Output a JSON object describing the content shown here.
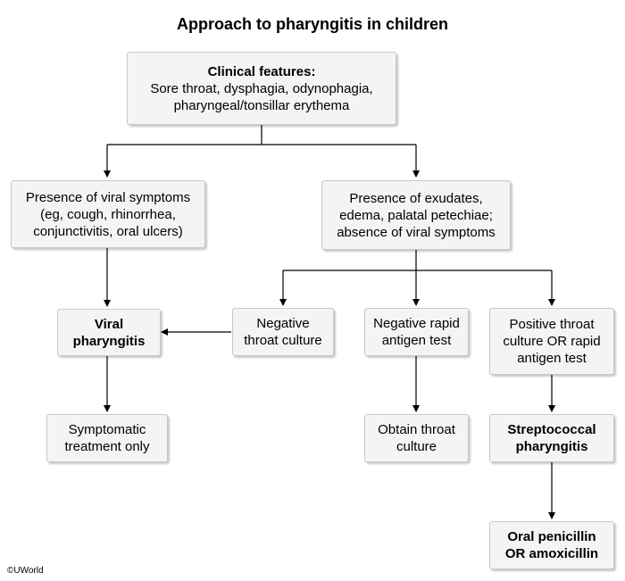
{
  "title": "Approach to pharyngitis in children",
  "nodes": {
    "clinical": {
      "heading": "Clinical features:",
      "text": "Sore throat, dysphagia, odynophagia,\npharyngeal/tonsillar erythema"
    },
    "viral_symptoms": {
      "text": "Presence of viral symptoms\n(eg, cough, rhinorrhea,\nconjunctivitis, oral ulcers)"
    },
    "exudates": {
      "text": "Presence of exudates,\nedema, palatal petechiae;\nabsence of viral symptoms"
    },
    "viral_pharyngitis": {
      "text": "Viral\npharyngitis"
    },
    "negative_culture": {
      "text": "Negative\nthroat culture"
    },
    "negative_rapid": {
      "text": "Negative rapid\nantigen test"
    },
    "positive_test": {
      "text": "Positive throat\nculture OR rapid\nantigen test"
    },
    "symptomatic": {
      "text": "Symptomatic\ntreatment only"
    },
    "obtain_culture": {
      "text": "Obtain throat\nculture"
    },
    "strep": {
      "text": "Streptococcal\npharyngitis"
    },
    "treatment": {
      "text": "Oral penicillin\nOR amoxicillin"
    }
  },
  "copyright": "©UWorld"
}
